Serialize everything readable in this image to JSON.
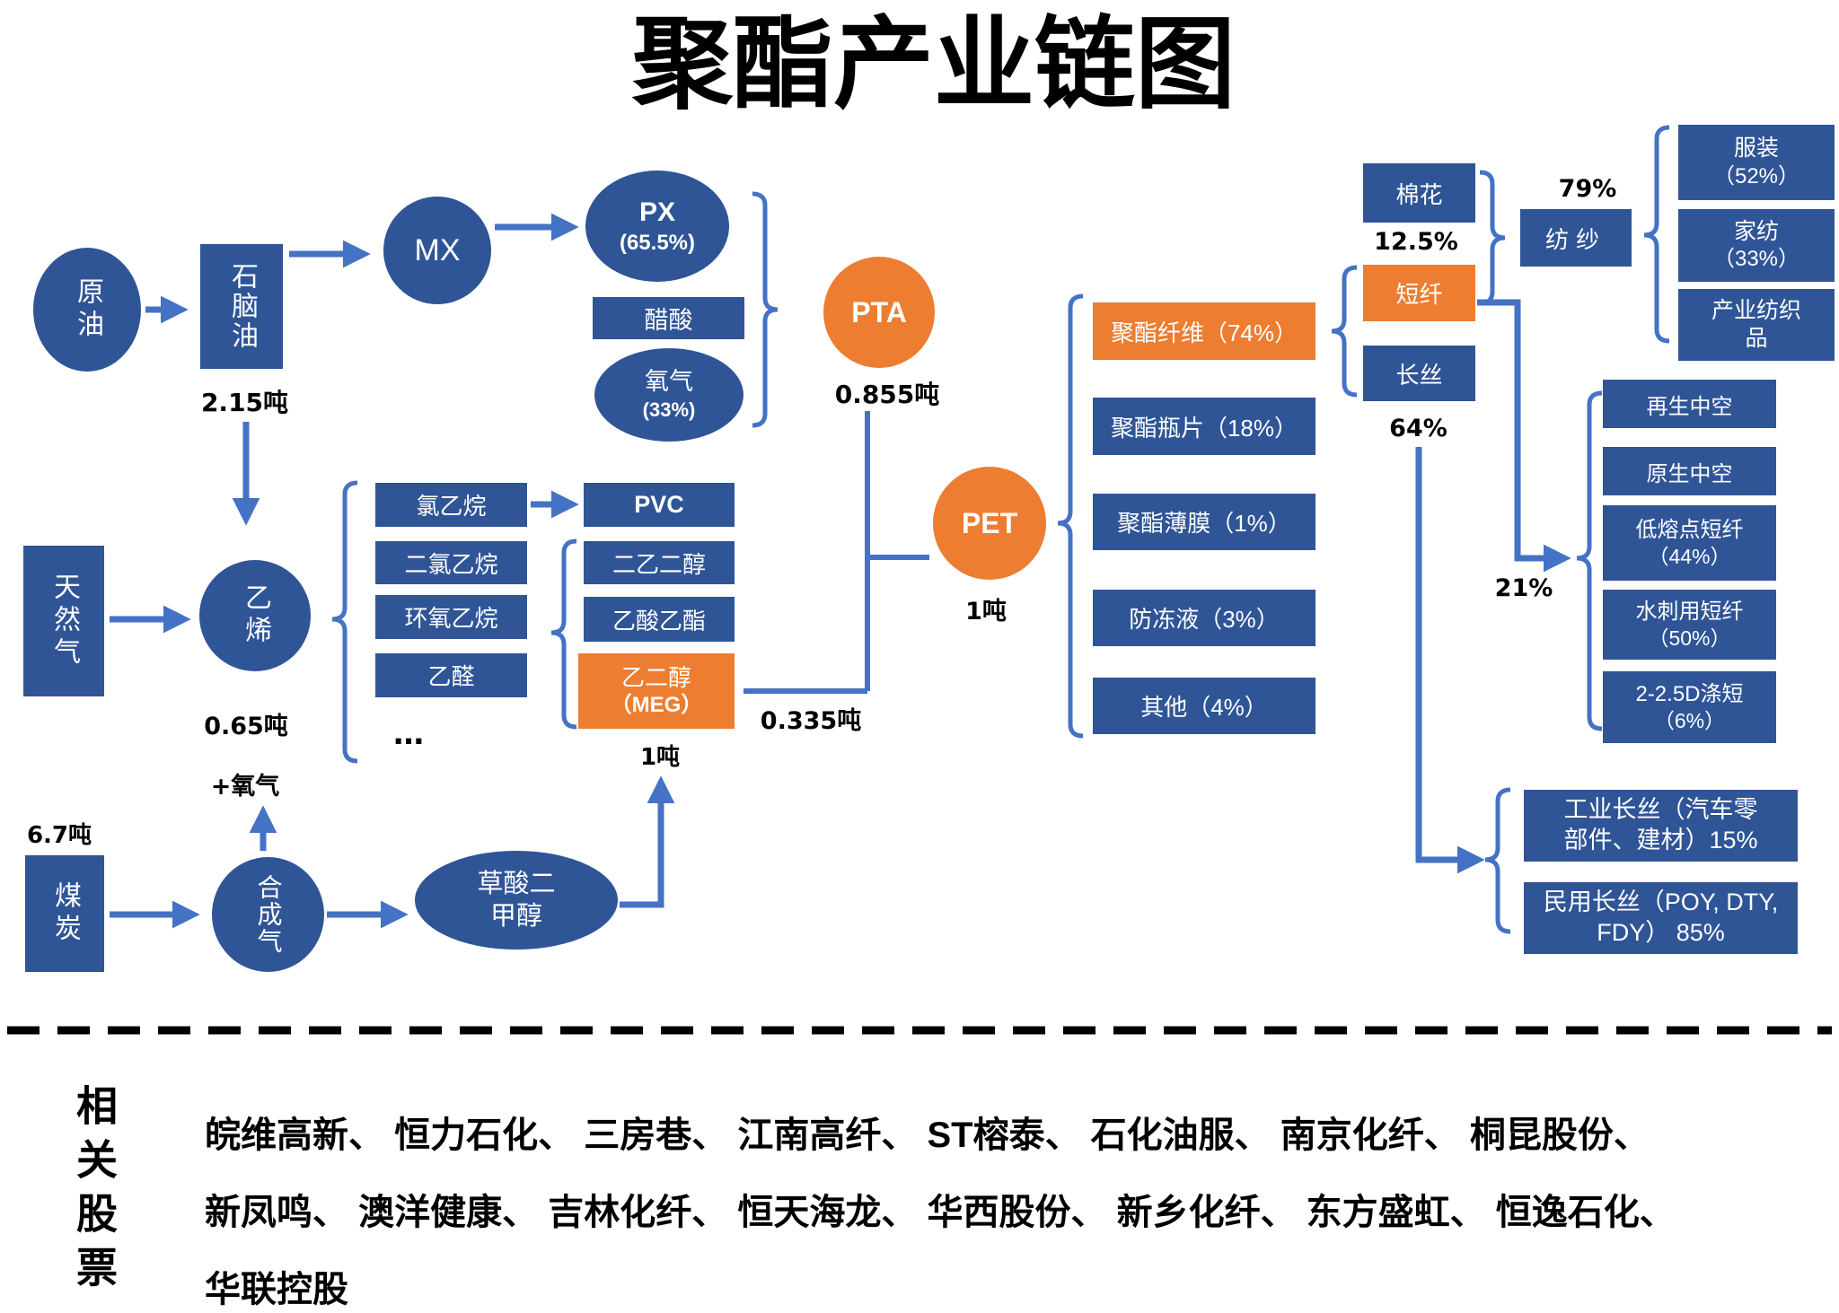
{
  "title": "聚酯产业链图",
  "colors": {
    "box_blue": "#2F5597",
    "accent_orange": "#ED7D31",
    "line_blue": "#4472C4",
    "text_black": "#000000"
  },
  "chain_top": {
    "crude_oil": "原油",
    "naphtha": "石脑油",
    "naphtha_qty": "2.15吨",
    "mx": "MX",
    "px": "PX",
    "px_pct": "(65.5%)",
    "acetic_acid": "醋酸",
    "oxygen": "氧气",
    "oxygen_pct": "(33%)",
    "pta": "PTA",
    "pta_qty": "0.855吨"
  },
  "chain_mid": {
    "natural_gas": "天然气",
    "ethylene": "乙烯",
    "ethylene_qty": "0.65吨",
    "plus_oxygen": "+氧气",
    "chloroethane": "氯乙烷",
    "dichloroethane": "二氯乙烷",
    "ethylene_oxide": "环氧乙烷",
    "acetaldehyde": "乙醛",
    "more": "…",
    "pvc": "PVC",
    "diethylene_glycol": "二乙二醇",
    "ethyl_acetate": "乙酸乙酯",
    "meg_line1": "乙二醇",
    "meg_line2": "（MEG）",
    "meg_qty": "1吨",
    "meg_to_pet_qty": "0.335吨"
  },
  "chain_coal": {
    "coal_qty": "6.7吨",
    "coal": "煤炭",
    "syngas": "合成气",
    "dmo_line1": "草酸二",
    "dmo_line2": "甲醇"
  },
  "pet": {
    "label": "PET",
    "qty": "1吨"
  },
  "pet_products": [
    "聚酯纤维（74%）",
    "聚酯瓶片（18%）",
    "聚酯薄膜（1%）",
    "防冻液（3%）",
    "其他（4%）"
  ],
  "fiber": {
    "cotton": "棉花",
    "cotton_pct": "12.5%",
    "staple": "短纤",
    "staple_pct": "21%",
    "filament": "长丝",
    "filament_pct": "64%",
    "spinning": "纺纱",
    "spinning_pct": "79%"
  },
  "spinning_products": [
    {
      "line1": "服装",
      "line2": "（52%）"
    },
    {
      "line1": "家纺",
      "line2": "（33%）"
    },
    {
      "line1": "产业纺织",
      "line2": "品"
    }
  ],
  "staple_products": [
    {
      "line1": "再生中空",
      "line2": ""
    },
    {
      "line1": "原生中空",
      "line2": ""
    },
    {
      "line1": "低熔点短纤",
      "line2": "（44%）"
    },
    {
      "line1": "水刺用短纤",
      "line2": "（50%）"
    },
    {
      "line1": "2-2.5D涤短",
      "line2": "（6%）"
    }
  ],
  "filament_products": [
    {
      "line1": "工业长丝（汽车零",
      "line2": "部件、建材）15%"
    },
    {
      "line1": "民用长丝（POY, DTY,",
      "line2": "FDY） 85%"
    }
  ],
  "stocks": {
    "heading": "相关股票",
    "line1": "皖维高新、 恒力石化、 三房巷、 江南高纤、 ST榕泰、 石化油服、 南京化纤、 桐昆股份、",
    "line2": "新凤鸣、 澳洋健康、 吉林化纤、 恒天海龙、 华西股份、 新乡化纤、 东方盛虹、 恒逸石化、",
    "line3": "华联控股"
  }
}
